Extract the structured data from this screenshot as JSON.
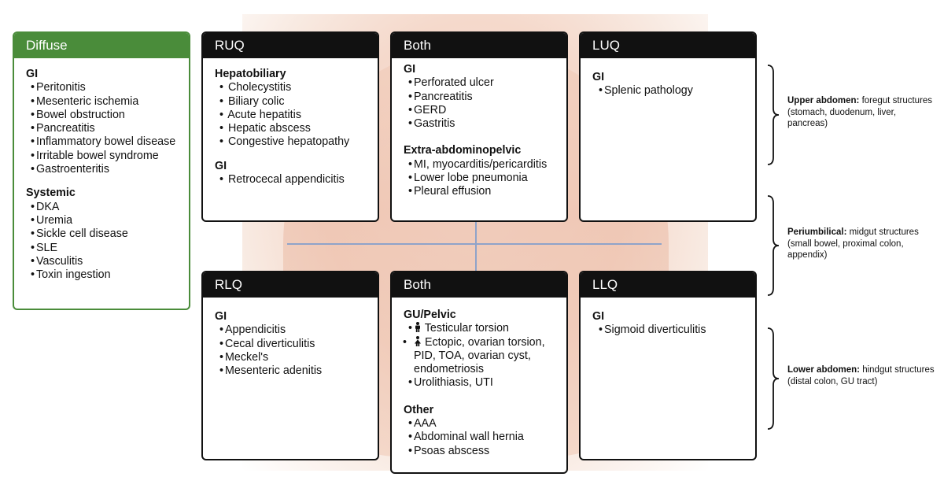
{
  "diffuse": {
    "title": "Diffuse",
    "sections": [
      {
        "heading": "GI",
        "items": [
          "Peritonitis",
          "Mesenteric ischemia",
          "Bowel obstruction",
          "Pancreatitis",
          "Inflammatory bowel disease",
          "Irritable bowel syndrome",
          "Gastroenteritis"
        ]
      },
      {
        "heading": "Systemic",
        "items": [
          "DKA",
          "Uremia",
          "Sickle cell disease",
          "SLE",
          "Vasculitis",
          "Toxin ingestion"
        ]
      }
    ]
  },
  "ruq": {
    "title": "RUQ",
    "sections": [
      {
        "heading": "Hepatobiliary",
        "items": [
          "Cholecystitis",
          "Biliary colic",
          "Acute hepatitis",
          "Hepatic abscess",
          "Congestive hepatopathy"
        ]
      },
      {
        "heading": "GI",
        "items": [
          "Retrocecal appendicitis"
        ]
      }
    ]
  },
  "both_upper": {
    "title": "Both",
    "sections": [
      {
        "heading": "GI",
        "items": [
          "Perforated ulcer",
          "Pancreatitis",
          "GERD",
          "Gastritis"
        ]
      },
      {
        "heading": "Extra-abdominopelvic",
        "items": [
          "MI, myocarditis/pericarditis",
          "Lower lobe pneumonia",
          "Pleural effusion"
        ]
      }
    ]
  },
  "luq": {
    "title": "LUQ",
    "sections": [
      {
        "heading": "GI",
        "items": [
          "Splenic pathology"
        ]
      }
    ]
  },
  "rlq": {
    "title": "RLQ",
    "sections": [
      {
        "heading": "GI",
        "items": [
          "Appendicitis",
          "Cecal diverticulitis",
          "Meckel's",
          "Mesenteric adenitis"
        ]
      }
    ]
  },
  "both_lower": {
    "title": "Both",
    "gu_heading": "GU/Pelvic",
    "gu_male": "Testicular torsion",
    "gu_female": "Ectopic, ovarian torsion, PID, TOA, ovarian cyst, endometriosis",
    "gu_other": "Urolithiasis, UTI",
    "other_heading": "Other",
    "other_items": [
      "AAA",
      "Abdominal wall hernia",
      "Psoas abscess"
    ],
    "male_icon": "male-figure-icon",
    "female_icon": "female-figure-icon"
  },
  "llq": {
    "title": "LLQ",
    "sections": [
      {
        "heading": "GI",
        "items": [
          "Sigmoid diverticulitis"
        ]
      }
    ]
  },
  "annotations": {
    "upper": {
      "label": "Upper abdomen:",
      "text": " foregut structures (stomach, duodenum, liver, pancreas)"
    },
    "middle": {
      "label": "Periumbilical:",
      "text": " midgut structures (small bowel, proximal colon, appendix)"
    },
    "lower": {
      "label": "Lower abdomen:",
      "text": " hindgut structures (distal colon, GU tract)"
    }
  },
  "colors": {
    "diffuse_accent": "#4a8c3a",
    "header_dark": "#111111",
    "quadrant_lines": "#8fa3c9"
  }
}
